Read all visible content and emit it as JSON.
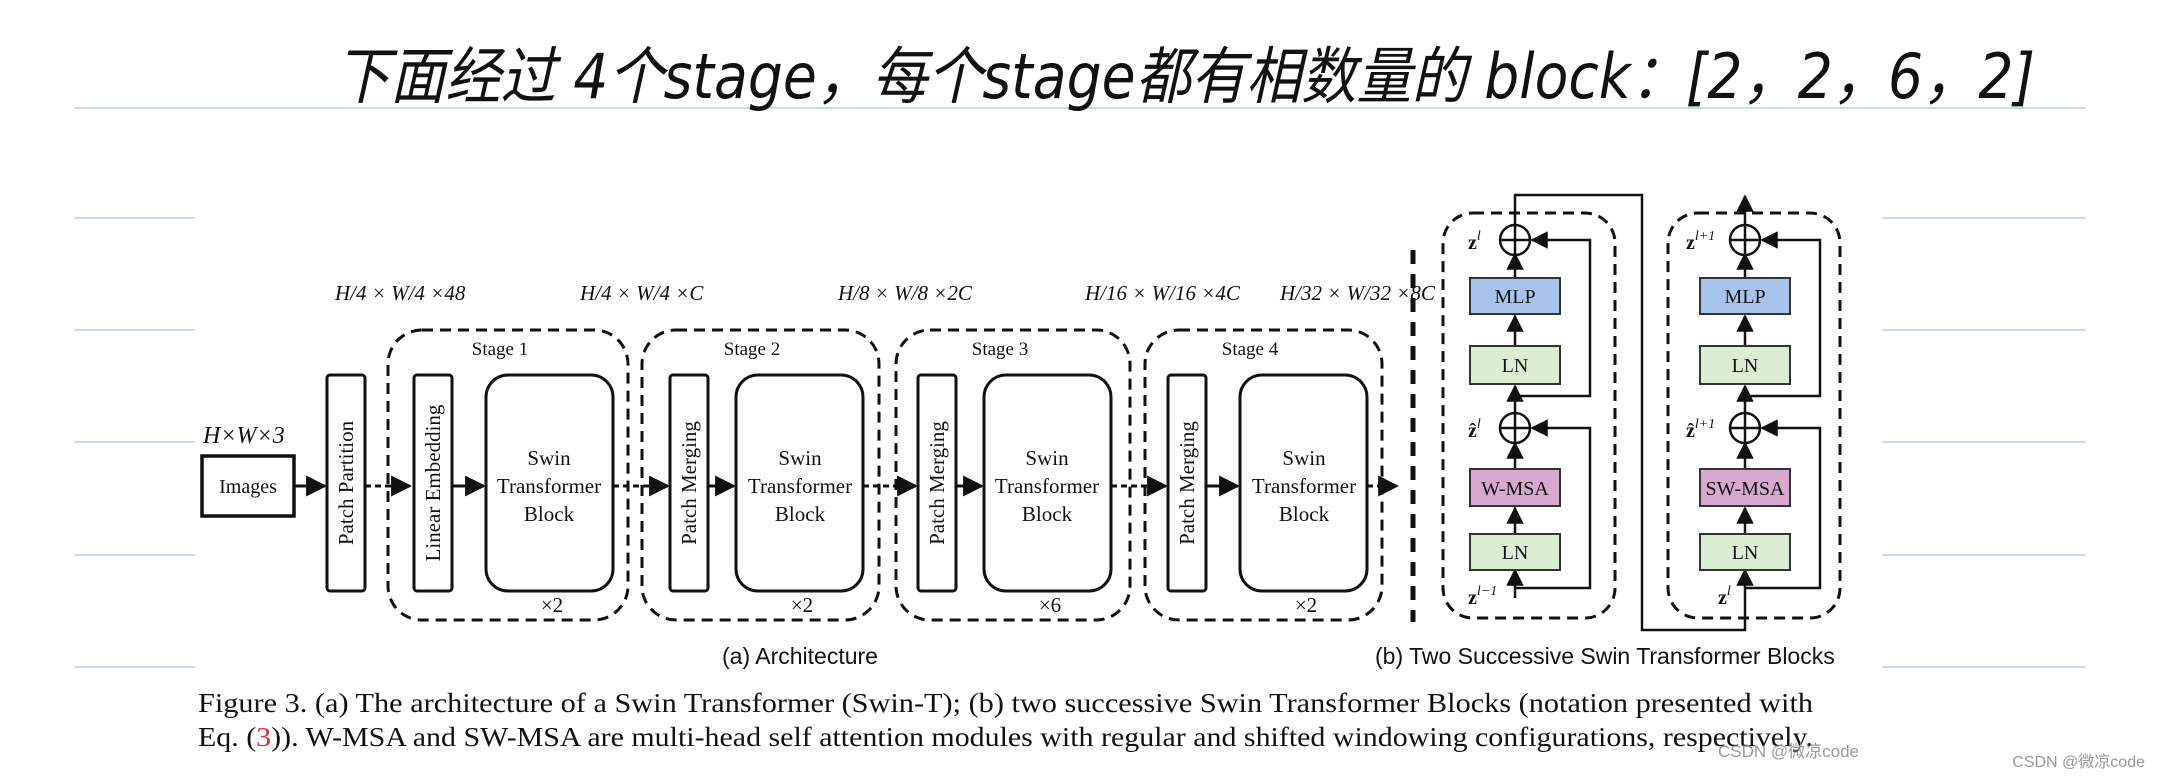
{
  "handwritten_note": "下面经过 4个stage，每个stage都有相数量的 block：[2，2，6，2]",
  "architecture": {
    "input_dims": "H×W×3",
    "input_label": "Images",
    "patch_partition": "Patch Partition",
    "dims": [
      "H/4 × W/4 ×48",
      "H/4 × W/4 ×C",
      "H/8 × W/8 ×2C",
      "H/16 × W/16 ×4C",
      "H/32 × W/32 ×8C"
    ],
    "stages": [
      {
        "title": "Stage 1",
        "embed": "Linear Embedding",
        "line1": "Swin",
        "line2": "Transformer",
        "line3": "Block",
        "repeat": "×2"
      },
      {
        "title": "Stage 2",
        "embed": "Patch Merging",
        "line1": "Swin",
        "line2": "Transformer",
        "line3": "Block",
        "repeat": "×2"
      },
      {
        "title": "Stage 3",
        "embed": "Patch Merging",
        "line1": "Swin",
        "line2": "Transformer",
        "line3": "Block",
        "repeat": "×6"
      },
      {
        "title": "Stage 4",
        "embed": "Patch Merging",
        "line1": "Swin",
        "line2": "Transformer",
        "line3": "Block",
        "repeat": "×2"
      }
    ],
    "caption": "(a) Architecture"
  },
  "blocks": {
    "left": {
      "out": "z",
      "out_sup": "l",
      "mid": "ẑ",
      "mid_sup": "l",
      "in": "z",
      "in_sup": "l−1",
      "mlp": "MLP",
      "ln_top": "LN",
      "msa": "W-MSA",
      "ln_bottom": "LN"
    },
    "right": {
      "out": "z",
      "out_sup": "l+1",
      "mid": "ẑ",
      "mid_sup": "l+1",
      "in": "z",
      "in_sup": "l",
      "mlp": "MLP",
      "ln_top": "LN",
      "msa": "SW-MSA",
      "ln_bottom": "LN"
    },
    "caption": "(b) Two Successive Swin Transformer Blocks"
  },
  "figure_caption": {
    "line1": "Figure 3. (a) The architecture of a Swin Transformer (Swin-T); (b) two successive Swin Transformer Blocks (notation presented with",
    "line2_prefix": "Eq. (",
    "line2_ref": "3",
    "line2_suffix": ")). W-MSA and SW-MSA are multi-head self attention modules with regular and shifted windowing configurations, respectively."
  },
  "watermarks": {
    "center": "CSDN @微凉code",
    "corner": "CSDN @微凉code"
  },
  "colors": {
    "mlp": "#a9c4ec",
    "ln": "#dcedd6",
    "msa": "#d7a9cf",
    "ruled_line": "#b9cde6",
    "ref": "#d0312d"
  }
}
